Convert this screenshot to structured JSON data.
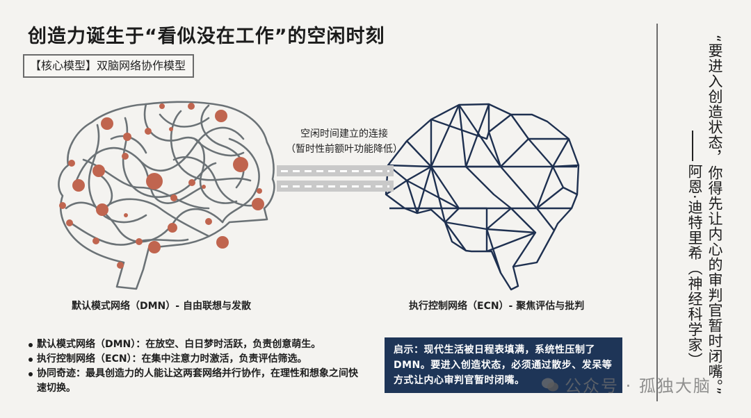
{
  "header": {
    "title": "创造力诞生于“看似没在工作”的空闲时刻",
    "subtitle": "【核心模型】双脑网络协作模型"
  },
  "diagram": {
    "connection": {
      "label_line1": "空闲时间建立的连接",
      "label_line2": "（暂时性前额叶功能降低）"
    },
    "left_network": {
      "caption": "默认模式网络（DMN）- 自由联想与发散",
      "style": "tangled curves with nodes",
      "line_color": "#6b7276",
      "node_color": "#c0654f"
    },
    "right_network": {
      "caption": "执行控制网络（ECN）- 聚焦评估与批判",
      "style": "geometric polygon mesh",
      "line_color": "#1e3050"
    }
  },
  "bullets": [
    "默认模式网络（DMN）：在放空、白日梦时活跃，负责创意萌生。",
    "执行控制网络（ECN）：在集中注意力时激活，负责评估筛选。",
    "协同奇迹：最具创造力的人能让这两套网络并行协作，在理性和想象之间快速切换。"
  ],
  "insight": {
    "text": "启示：现代生活被日程表填满，系统性压制了DMN。要进入创造状态，必须通过散步、发呆等方式让内心审判官暂时闭嘴。",
    "bg_color": "#1e3557"
  },
  "quote": {
    "text": "“要进入创造状态，你得先让内心的审判官暂时闭嘴。”",
    "author": "阿恩·迪特里希（神经科学家）"
  },
  "watermark": {
    "icon": "wechat-icon",
    "text": "公众号 · 孤独大脑"
  }
}
